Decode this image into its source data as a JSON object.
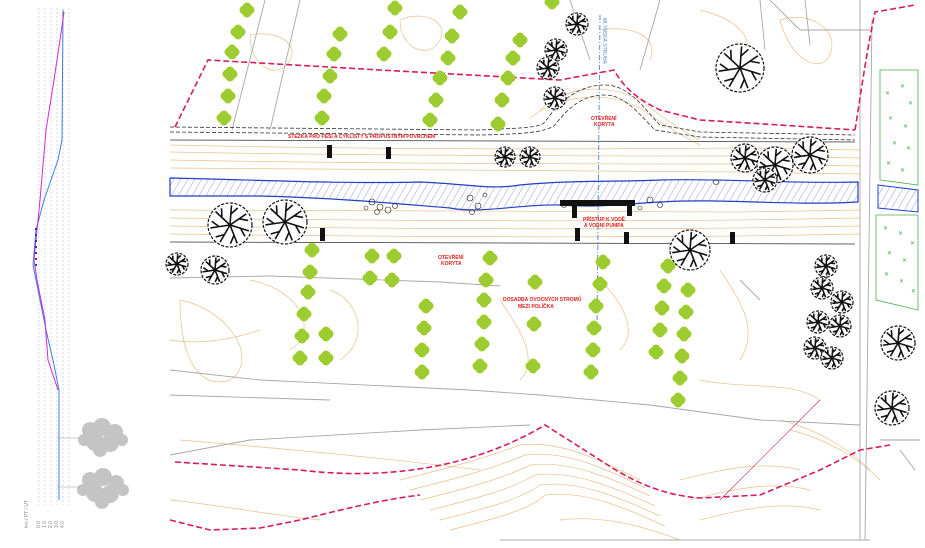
{
  "map": {
    "labels": {
      "path_label": "STEZKA PRO PĚŠÍ A CYKLISTY S PROPUSTNÝM POVRCHEM",
      "channel_top": [
        "OTEVŘENÍ",
        "KORYTA"
      ],
      "channel_bottom": [
        "OTEVŘENÍ",
        "KORYTA"
      ],
      "water_access": [
        "PŘÍSTUP K VODĚ",
        "A VODNÍ PUMPA"
      ],
      "orchard": [
        "DOSADBA OVOCNÝCH STROMŮ",
        "MEZI POLÍČKA"
      ],
      "stream_label": "MLÝNSKÁ STRUHA"
    },
    "colors": {
      "contour": "#e9c08a",
      "boundary": "#d81b60",
      "water": "#1f3fc4",
      "fruit_tree": "#9ccc2f",
      "label": "#e0201c",
      "grey_lines": "#a7a7a7",
      "meadow": "#4caf50"
    },
    "icons": [
      "deciduous-tree-icon",
      "fruit-tree-icon",
      "bench-icon",
      "shrub-icon"
    ]
  },
  "profile": {
    "legend_text": "km / PT / UT",
    "ticks": [
      "4.0",
      "3.0",
      "2.0",
      "1.0",
      "0.0"
    ]
  }
}
